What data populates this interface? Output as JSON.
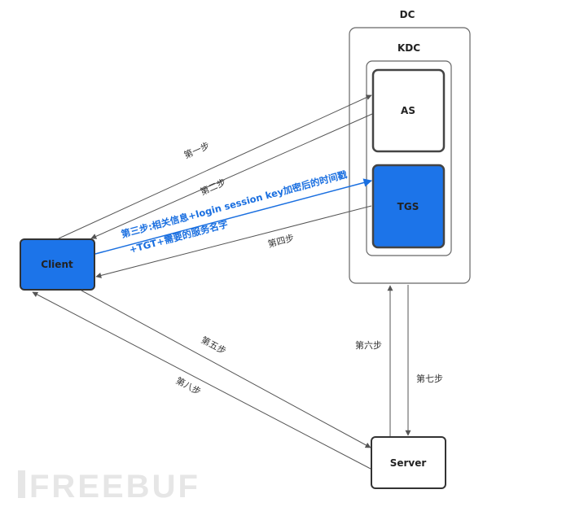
{
  "colors": {
    "blue_fill": "#1c74e9",
    "blue_line": "#1a6fe0",
    "box_stroke": "#555555",
    "line": "#555555"
  },
  "nodes": {
    "dc": "DC",
    "kdc": "KDC",
    "as": "AS",
    "tgs": "TGS",
    "client": "Client",
    "server": "Server"
  },
  "edges": {
    "step1": "第一步",
    "step2": "第二步",
    "step3_line1": "第三步:相关信息+login session key加密后的时间戳",
    "step3_line2": "+TGT+需要的服务名字",
    "step4": "第四步",
    "step5": "第五步",
    "step6": "第六步",
    "step7": "第七步",
    "step8": "第八步"
  },
  "watermark": "FREEBUF"
}
